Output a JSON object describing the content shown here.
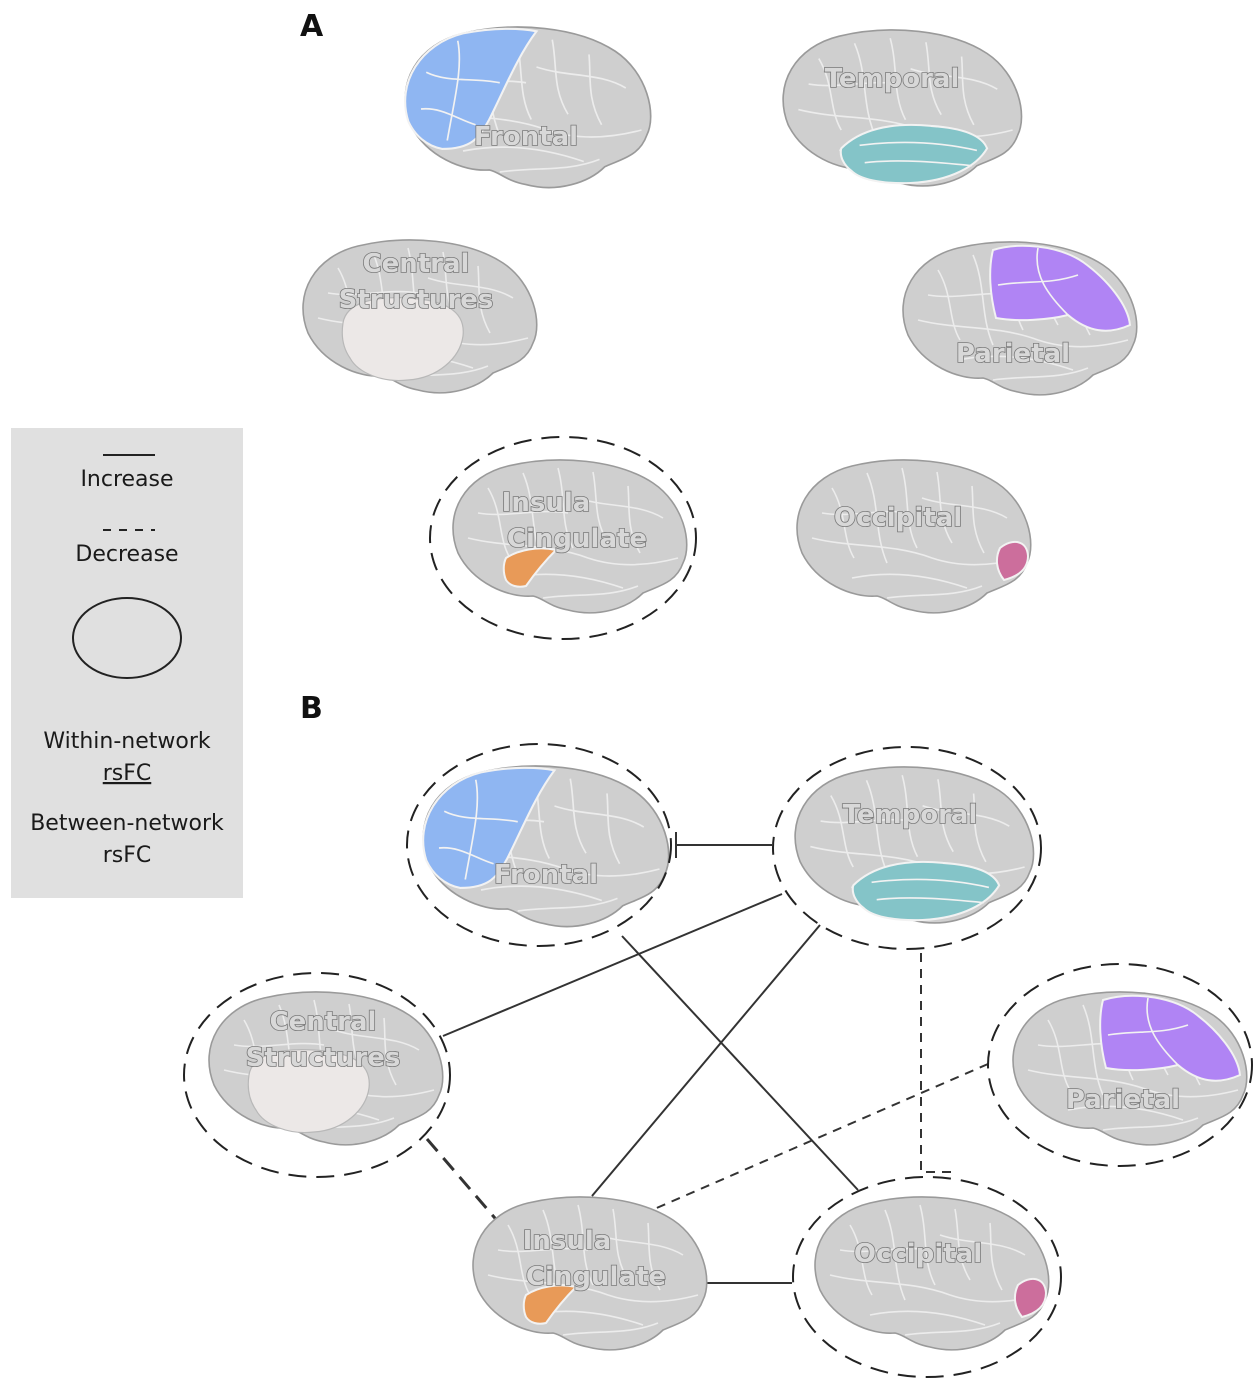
{
  "panels": {
    "a": "A",
    "b": "B"
  },
  "regions": {
    "frontal": {
      "label": "Frontal",
      "color": "#8fb6f2"
    },
    "temporal": {
      "label": "Temporal",
      "color": "#84c4c8"
    },
    "central": {
      "label_line1": "Central",
      "label_line2": "Structures",
      "color": "#ece8e7"
    },
    "parietal": {
      "label": "Parietal",
      "color": "#b084f4"
    },
    "insula": {
      "label_line1": "Insula",
      "label_line2": "Cingulate",
      "color": "#e89a58"
    },
    "occipital": {
      "label": "Occipital",
      "color": "#cc6e9c"
    }
  },
  "legend": {
    "increase": "Increase",
    "decrease": "Decrease",
    "within_line1": "Within-network",
    "within_line2": "rsFC",
    "between_line1": "Between-network",
    "between_line2": "rsFC"
  }
}
